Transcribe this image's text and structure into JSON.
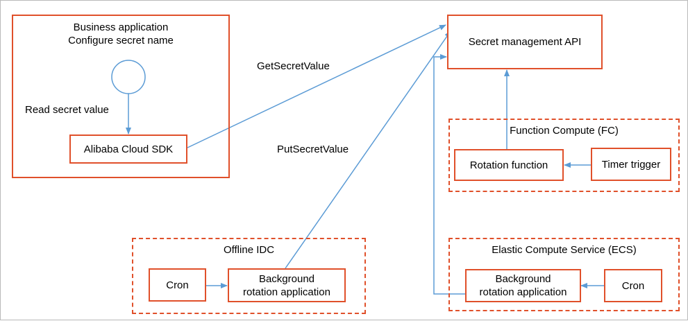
{
  "diagram": {
    "business_app": {
      "title": "Business application\nConfigure secret name",
      "read_label": "Read secret value",
      "sdk": "Alibaba Cloud SDK"
    },
    "secret_api": "Secret management API",
    "get_label": "GetSecretValue",
    "put_label": "PutSecretValue",
    "function_compute": {
      "title": "Function Compute (FC)",
      "rotation_function": "Rotation function",
      "timer_trigger": "Timer trigger"
    },
    "offline_idc": {
      "title": "Offline IDC",
      "cron": "Cron",
      "rotation_app": "Background\nrotation application"
    },
    "ecs": {
      "title": "Elastic Compute Service (ECS)",
      "cron": "Cron",
      "rotation_app": "Background\nrotation application"
    },
    "colors": {
      "box_border": "#e0502a",
      "connector": "#5b9bd5"
    }
  }
}
